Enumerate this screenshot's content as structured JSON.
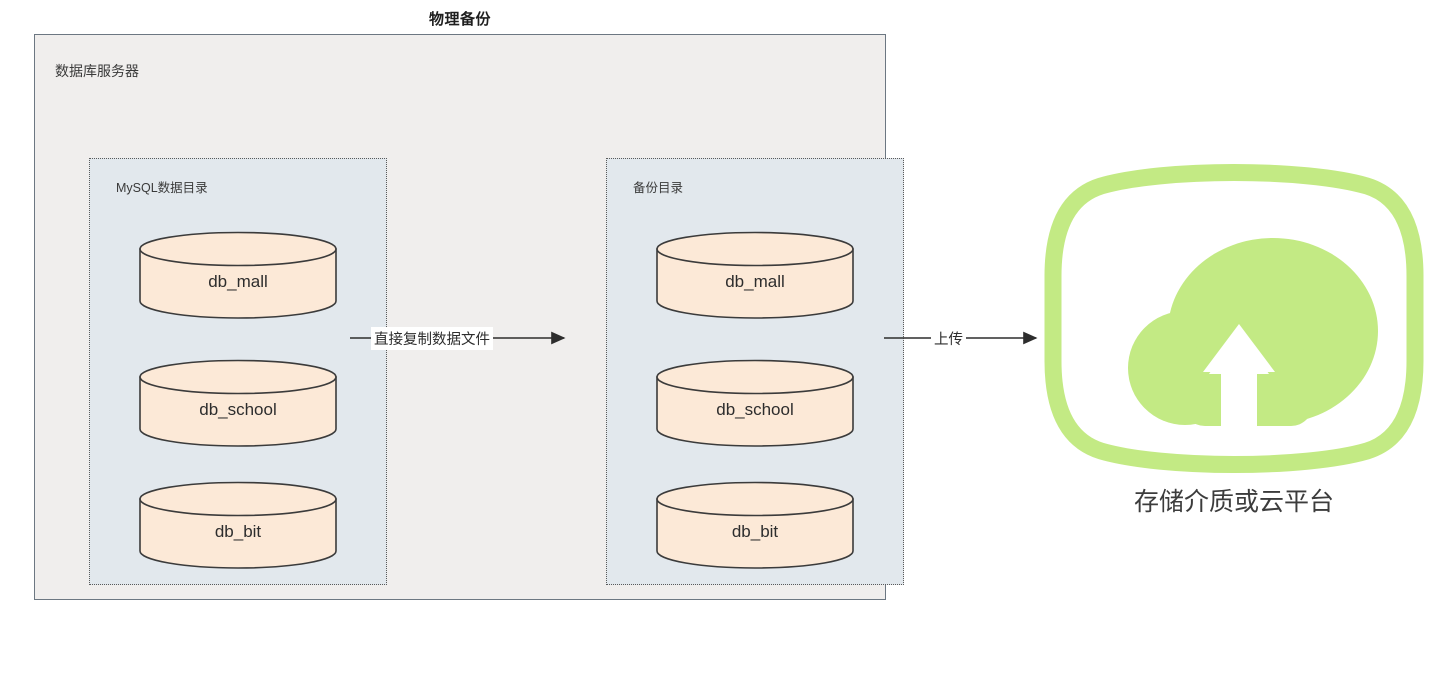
{
  "title": "物理备份",
  "server": {
    "label": "数据库服务器",
    "background_color": "#f0eeed",
    "border_color": "#6c7782"
  },
  "directories": [
    {
      "id": "mysql-data-dir",
      "label": "MySQL数据目录",
      "background_color": "#e2e8ed",
      "border_color": "#5a5a5a",
      "databases": [
        {
          "name": "db_mall"
        },
        {
          "name": "db_school"
        },
        {
          "name": "db_bit"
        }
      ]
    },
    {
      "id": "backup-dir",
      "label": "备份目录",
      "background_color": "#e2e8ed",
      "border_color": "#5a5a5a",
      "databases": [
        {
          "name": "db_mall"
        },
        {
          "name": "db_school"
        },
        {
          "name": "db_bit"
        }
      ]
    }
  ],
  "cylinder_style": {
    "fill_color": "#fce9d7",
    "stroke_color": "#3b3b3b"
  },
  "arrows": [
    {
      "id": "copy-arrow",
      "label": "直接复制数据文件"
    },
    {
      "id": "upload-arrow",
      "label": "上传"
    }
  ],
  "cloud": {
    "icon": "cloud-upload-icon",
    "caption": "存储介质或云平台",
    "color": "#c3ea84"
  }
}
